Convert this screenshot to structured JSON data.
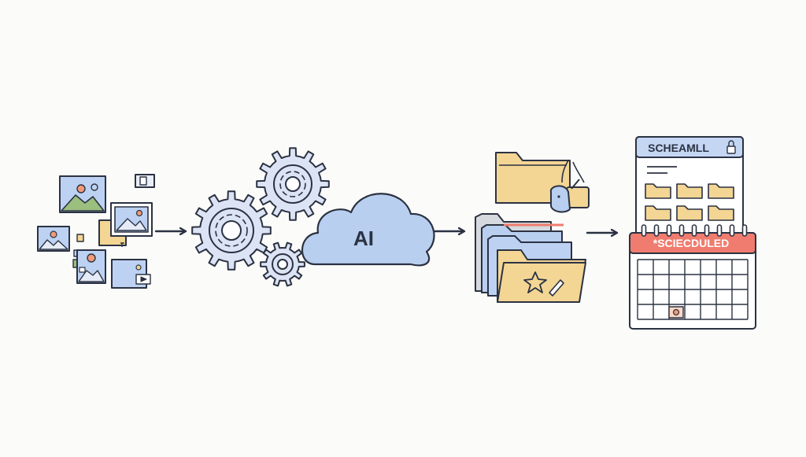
{
  "cloud": {
    "label": "AI"
  },
  "schedule_card": {
    "header_text": "SCHEAMLL"
  },
  "calendar": {
    "header_text": "*SCIECDULED"
  },
  "colors": {
    "outline": "#2b3242",
    "image_fill": "#bdd2f2",
    "gear_fill": "#dbe3f4",
    "cloud_fill": "#b9cff0",
    "folder_fill": "#f3d594",
    "calendar_header": "#ef7c6e",
    "schedule_header": "#c5d6f3",
    "mountain_green": "#9bbf7e",
    "sun_orange": "#f09a78"
  },
  "icons": [
    "image-icon",
    "gear-icon",
    "cloud-icon",
    "folder-icon",
    "star-icon",
    "pencil-icon",
    "lock-icon",
    "calendar-icon",
    "arrow-right-icon"
  ]
}
